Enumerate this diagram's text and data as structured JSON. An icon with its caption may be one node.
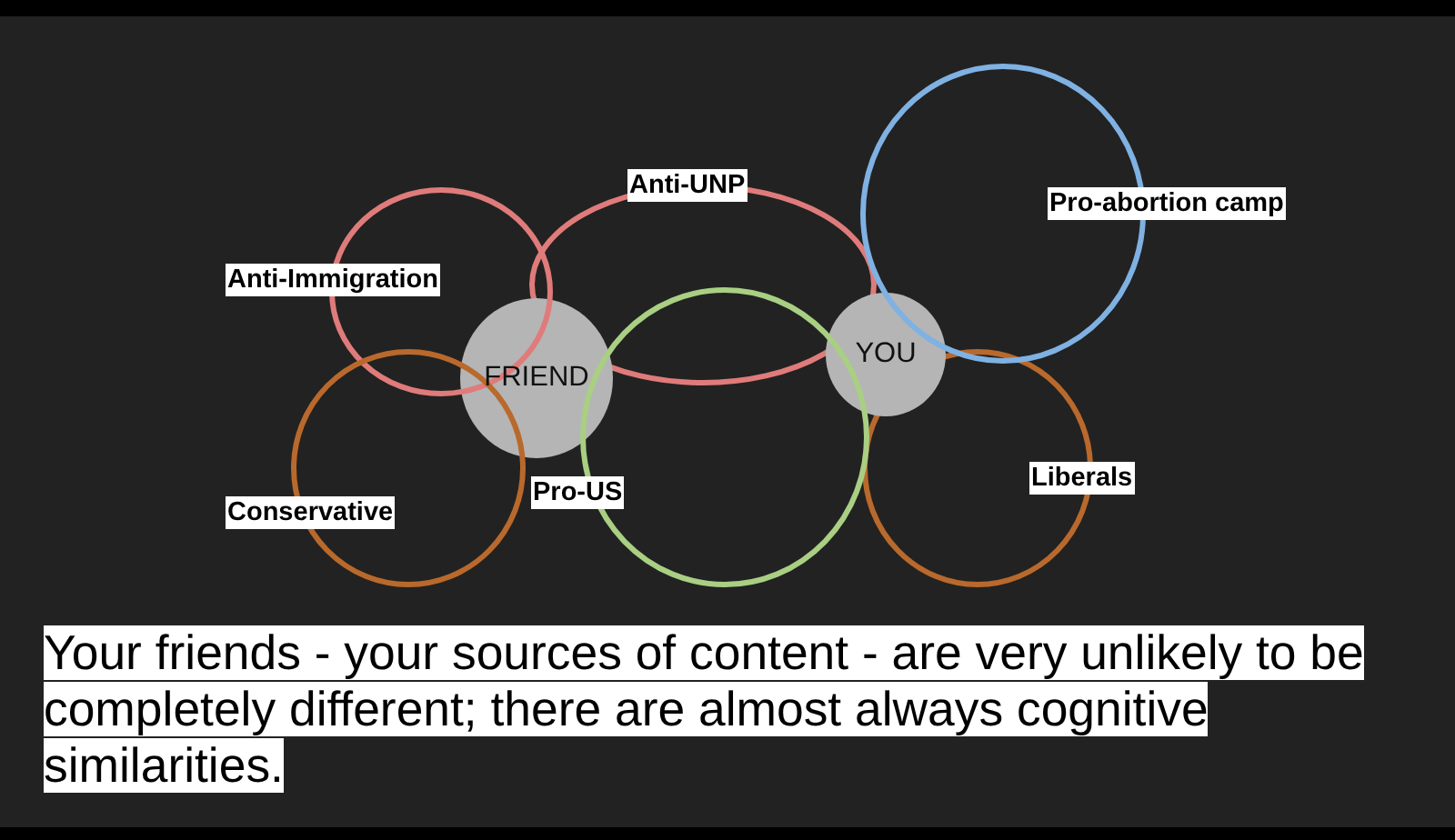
{
  "diagram": {
    "nodes": [
      {
        "text": [
          "Anti-Immigration"
        ]
      },
      {
        "text": [
          "Anti-UNP"
        ]
      },
      {
        "text": [
          "Pro-abortion camp"
        ]
      },
      {
        "text": [
          "FRIEND"
        ]
      },
      {
        "text": [
          "YOU"
        ]
      },
      {
        "text": [
          "Conservative"
        ]
      },
      {
        "text": [
          "Pro-US"
        ]
      },
      {
        "text": [
          "Liberals"
        ]
      }
    ],
    "caption": "Your friends - your sources of content - are very unlikely to be completely different; there are almost always cognitive similarities."
  }
}
